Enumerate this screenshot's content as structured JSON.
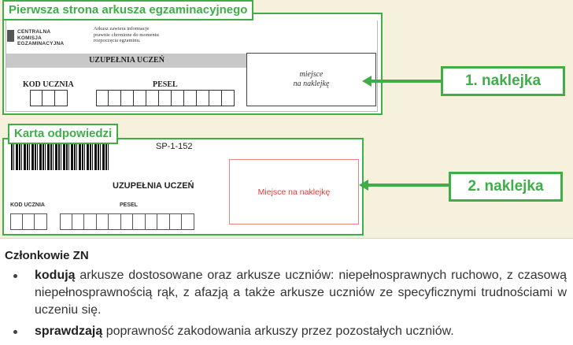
{
  "sheet1": {
    "tab": "Pierwsza strona arkusza egzaminacyjnego",
    "logo": [
      "CENTRALNA",
      "KOMISJA",
      "EGZAMINACYJNA"
    ],
    "info": [
      "Arkusz zawiera informacje",
      "prawnie chronione do momentu",
      "rozpoczęcia egzaminu."
    ],
    "band": "UZUPEŁNIA UCZEŃ",
    "kod": "KOD UCZNIA",
    "pesel": "PESEL",
    "sticker": [
      "miejsce",
      "na naklejkę"
    ]
  },
  "callout1": "1. naklejka",
  "sheet2": {
    "tab": "Karta odpowiedzi",
    "code": "SP-1-152",
    "band": "UZUPEŁNIA UCZEŃ",
    "kod": "KOD UCZNIA",
    "pesel": "PESEL",
    "sticker": "Miejsce na naklejkę"
  },
  "callout2": "2. naklejka",
  "colors": {
    "accent": "#3fae49",
    "background": "#f6f1dc",
    "sticker_text": "#e33b36"
  },
  "bottom": {
    "title": "Członkowie ZN",
    "bullets": [
      {
        "bold": "kodują",
        "text": " arkusze dostosowane oraz arkusze uczniów: niepełnosprawnych ruchowo, z czasową niepełnosprawnością rąk, z afazją a także arkusze uczniów ze specyficznymi trudnościami w uczeniu się."
      },
      {
        "bold": "sprawdzają",
        "text": " poprawność zakodowania arkuszy przez pozostałych uczniów."
      }
    ]
  }
}
